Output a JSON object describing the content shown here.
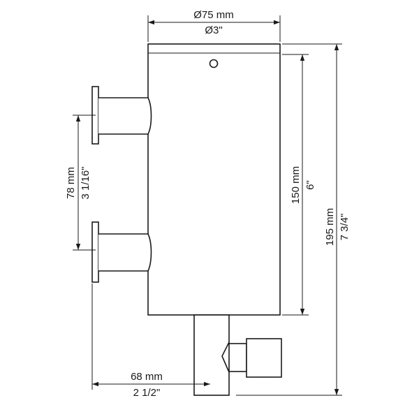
{
  "dimensions": {
    "diameter": {
      "metric": "Ø75 mm",
      "imperial": "Ø3\""
    },
    "body_height": {
      "metric": "150 mm",
      "imperial": "6\""
    },
    "total_height": {
      "metric": "195 mm",
      "imperial": "7 3/4\""
    },
    "inlet_spacing": {
      "metric": "78 mm",
      "imperial": "3 1/16\""
    },
    "outlet_offset": {
      "metric": "68 mm",
      "imperial": "2 1/2\""
    }
  }
}
